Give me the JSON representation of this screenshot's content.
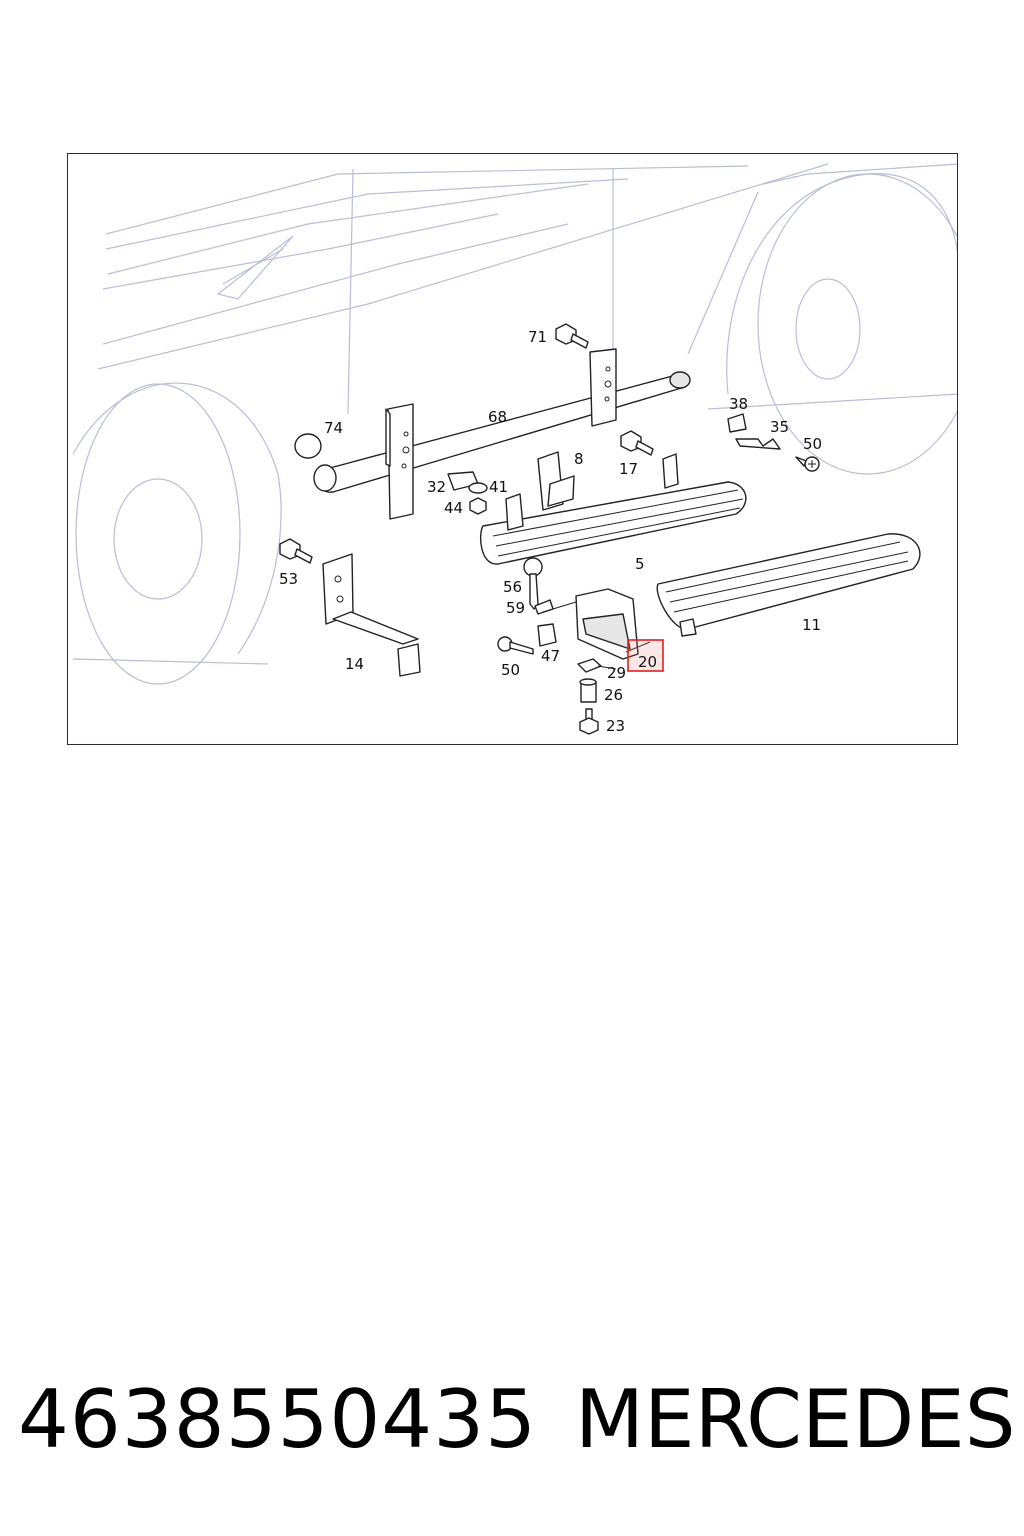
{
  "diagram": {
    "callouts": [
      "71",
      "74",
      "68",
      "38",
      "35",
      "50",
      "17",
      "8",
      "32",
      "41",
      "44",
      "53",
      "5",
      "56",
      "59",
      "14",
      "47",
      "50",
      "29",
      "20",
      "26",
      "23",
      "11"
    ],
    "highlighted_callout": "20",
    "highlight_color": "#e02020"
  },
  "footer": {
    "part_number": "4638550435",
    "brand": "MERCEDES"
  }
}
